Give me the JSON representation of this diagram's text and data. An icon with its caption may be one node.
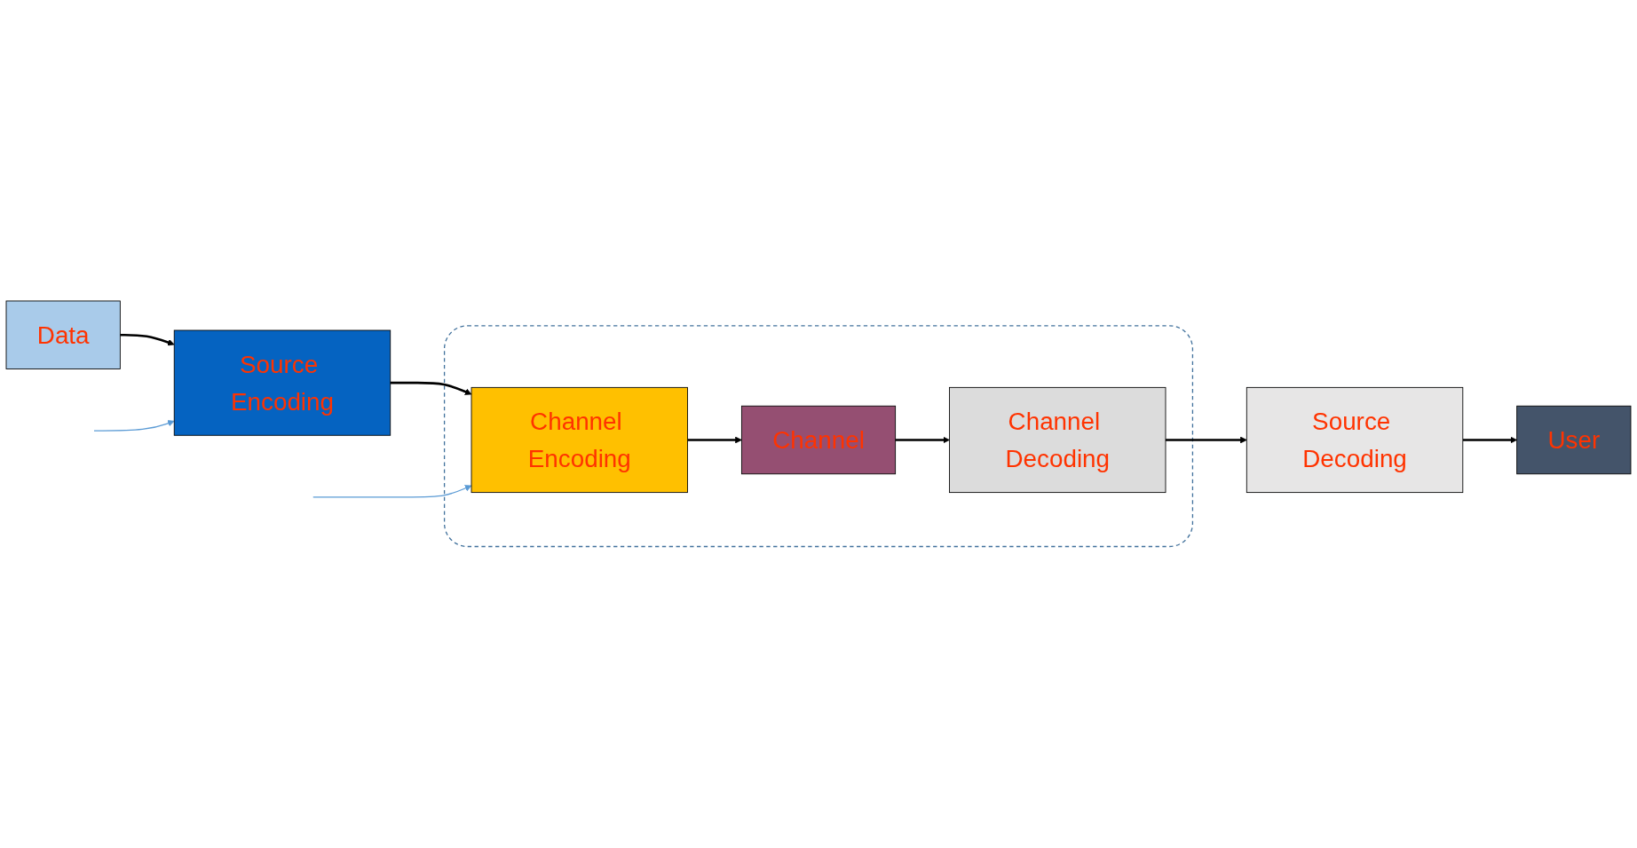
{
  "diagram": {
    "nodes": [
      {
        "text": [
          "Data"
        ]
      },
      {
        "text": [
          "Source Encoding"
        ]
      },
      {
        "text": [],
        "shape": "box"
      },
      {
        "text": [
          "Channel Encoding"
        ],
        "in": 2
      },
      {
        "text": [
          "Channel"
        ],
        "in": 2
      },
      {
        "text": [
          "Channel Decoding"
        ],
        "in": 2
      },
      {
        "text": [
          "Source Decoding"
        ]
      },
      {
        "text": [
          "User"
        ]
      }
    ],
    "edges": [
      {
        "from": 0,
        "to": 1,
        "arrow": "to"
      },
      {
        "from": 1,
        "to": 3,
        "arrow": "to"
      },
      {
        "from": 3,
        "to": 4,
        "arrow": "to"
      },
      {
        "from": 4,
        "to": 5,
        "arrow": "to"
      },
      {
        "from": 5,
        "to": 6,
        "arrow": "to"
      },
      {
        "from": 6,
        "to": 7,
        "arrow": "to"
      },
      {
        "from": null,
        "to": 1,
        "arrow": "to",
        "color": "#5b9bd5"
      },
      {
        "from": null,
        "to": 3,
        "arrow": "to",
        "color": "#5b9bd5"
      }
    ]
  }
}
